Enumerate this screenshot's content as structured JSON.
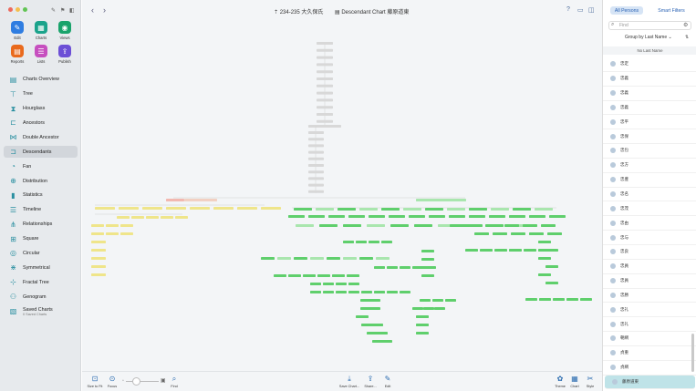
{
  "window": {
    "close_color": "#ed6a5e",
    "minimize_color": "#f5bf4f",
    "zoom_color": "#61c454"
  },
  "sidebar": {
    "quick": [
      {
        "label": "Edit",
        "icon": "pencil-icon",
        "color": "#2f7de1",
        "glyph": "✎"
      },
      {
        "label": "Charts",
        "icon": "charts-icon",
        "color": "#1aa38b",
        "glyph": "▦"
      },
      {
        "label": "Views",
        "icon": "views-icon",
        "color": "#19a36b",
        "glyph": "◉"
      },
      {
        "label": "Reports",
        "icon": "reports-icon",
        "color": "#e96a1d",
        "glyph": "▤"
      },
      {
        "label": "Lists",
        "icon": "lists-icon",
        "color": "#c64fbf",
        "glyph": "☰"
      },
      {
        "label": "Publish",
        "icon": "publish-icon",
        "color": "#6c4fd6",
        "glyph": "⇪"
      }
    ],
    "items": [
      {
        "label": "Charts Overview",
        "icon": "charts-overview-icon",
        "glyph": "▤"
      },
      {
        "label": "Tree",
        "icon": "tree-icon",
        "glyph": "⊤"
      },
      {
        "label": "Hourglass",
        "icon": "hourglass-icon",
        "glyph": "⧗"
      },
      {
        "label": "Ancestors",
        "icon": "ancestors-icon",
        "glyph": "⊏"
      },
      {
        "label": "Double Ancestor",
        "icon": "double-ancestor-icon",
        "glyph": "⋈"
      },
      {
        "label": "Descendants",
        "icon": "descendants-icon",
        "glyph": "⊐",
        "selected": true
      },
      {
        "label": "Fan",
        "icon": "fan-icon",
        "glyph": "◔"
      },
      {
        "label": "Distribution",
        "icon": "distribution-icon",
        "glyph": "⊕"
      },
      {
        "label": "Statistics",
        "icon": "statistics-icon",
        "glyph": "▮"
      },
      {
        "label": "Timeline",
        "icon": "timeline-icon",
        "glyph": "☰"
      },
      {
        "label": "Relationships",
        "icon": "relationships-icon",
        "glyph": "⋔"
      },
      {
        "label": "Square",
        "icon": "square-icon",
        "glyph": "⊞"
      },
      {
        "label": "Circular",
        "icon": "circular-icon",
        "glyph": "◎"
      },
      {
        "label": "Symmetrical",
        "icon": "symmetrical-icon",
        "glyph": "⋇"
      },
      {
        "label": "Fractal Tree",
        "icon": "fractal-tree-icon",
        "glyph": "⊹"
      },
      {
        "label": "Genogram",
        "icon": "genogram-icon",
        "glyph": "⚇"
      },
      {
        "label": "Saved Charts",
        "sub": "0 Saved Charts",
        "icon": "saved-charts-icon",
        "glyph": "▧"
      }
    ]
  },
  "toolbar": {
    "database_title": "234-235 大久保氏",
    "chart_title": "Descendant Chart 藤原道東"
  },
  "bottom": {
    "size_to_fit": "Size to Fit",
    "focus": "Focus",
    "find": "Find",
    "save_chart": "Save Chart...",
    "share": "Share...",
    "edit": "Edit",
    "theme": "Theme",
    "chart": "Chart",
    "style": "Style"
  },
  "right": {
    "all_persons": "All Persons",
    "smart_filters": "Smart Filters",
    "find_placeholder": "Find",
    "group_by": "Group by Last Name",
    "group_sort_glyph": "⇅",
    "list_header": "No Last Name",
    "persons": [
      "忠定",
      "忠義",
      "忠義",
      "忠義",
      "忠平",
      "忠保",
      "忠包",
      "忠方",
      "忠豊",
      "忠名",
      "忠茂",
      "忠由",
      "忠与",
      "忠良",
      "忠員",
      "忠員",
      "忠勝",
      "忠礼",
      "忠礼",
      "朝網",
      "貞重",
      "貞網",
      "藤原道東"
    ],
    "selected_index": 22
  },
  "colors": {
    "accent": "#2a62b4",
    "descendant_box": "#5fcf6c",
    "descendant_box_light": "#a9e6ae",
    "yellow_box": "#efe58a",
    "pink_box": "#f2b8b0",
    "line_box": "#d8d8d8"
  }
}
